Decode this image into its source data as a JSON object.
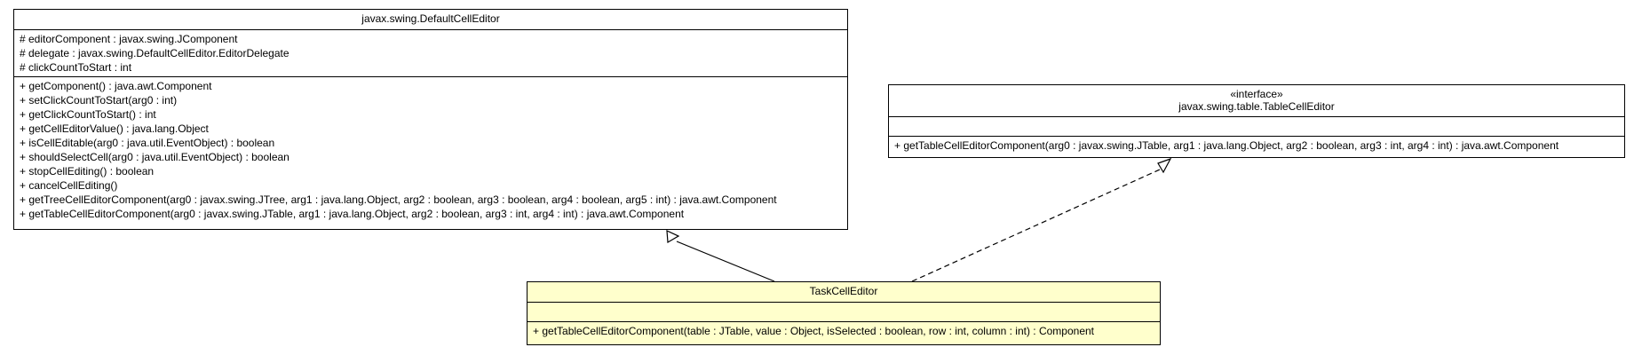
{
  "classes": {
    "default_cell_editor": {
      "name": "javax.swing.DefaultCellEditor",
      "attributes": [
        "# editorComponent : javax.swing.JComponent",
        "# delegate : javax.swing.DefaultCellEditor.EditorDelegate",
        "# clickCountToStart : int"
      ],
      "operations": [
        "+ getComponent() : java.awt.Component",
        "+ setClickCountToStart(arg0 : int)",
        "+ getClickCountToStart() : int",
        "+ getCellEditorValue() : java.lang.Object",
        "+ isCellEditable(arg0 : java.util.EventObject) : boolean",
        "+ shouldSelectCell(arg0 : java.util.EventObject) : boolean",
        "+ stopCellEditing() : boolean",
        "+ cancelCellEditing()",
        "+ getTreeCellEditorComponent(arg0 : javax.swing.JTree, arg1 : java.lang.Object, arg2 : boolean, arg3 : boolean, arg4 : boolean, arg5 : int) : java.awt.Component",
        "+ getTableCellEditorComponent(arg0 : javax.swing.JTable, arg1 : java.lang.Object, arg2 : boolean, arg3 : int, arg4 : int) : java.awt.Component"
      ]
    },
    "table_cell_editor": {
      "stereotype": "«interface»",
      "name": "javax.swing.table.TableCellEditor",
      "operations": [
        "+ getTableCellEditorComponent(arg0 : javax.swing.JTable, arg1 : java.lang.Object, arg2 : boolean, arg3 : int, arg4 : int) : java.awt.Component"
      ]
    },
    "task_cell_editor": {
      "name": "TaskCellEditor",
      "operations": [
        "+ getTableCellEditorComponent(table : JTable, value : Object, isSelected : boolean, row : int, column : int) : Component"
      ]
    }
  },
  "colors": {
    "highlight_fill": "#ffffcc",
    "line": "#000000"
  }
}
